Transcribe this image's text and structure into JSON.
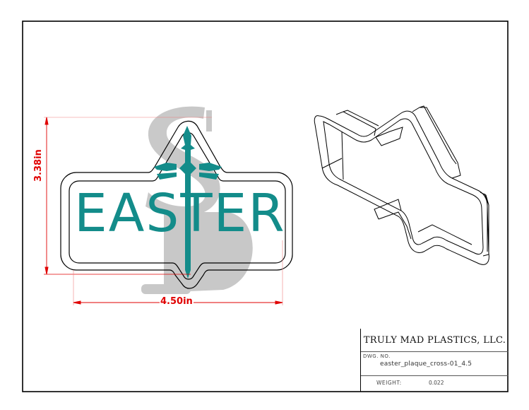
{
  "drawing": {
    "front_view": {
      "design_text": "EASTER",
      "design_color": "#138c8a",
      "watermark_color": "#c4c4c4",
      "height_dimension": "3.38in",
      "width_dimension": "4.50in",
      "dimension_color": "#e00000"
    },
    "iso_view": {
      "description": "isometric cookie cutter outline"
    }
  },
  "title_block": {
    "company": "TRULY MAD PLASTICS, LLC.",
    "dwg_no_label": "DWG. NO.",
    "dwg_no_value": "easter_plaque_cross-01_4.5",
    "weight_label": "WEIGHT:",
    "weight_value": "0.022"
  }
}
